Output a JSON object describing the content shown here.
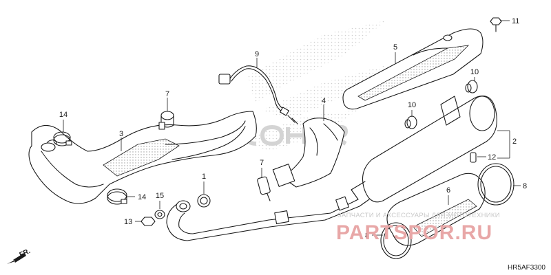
{
  "callouts": [
    {
      "label": "1"
    },
    {
      "label": "2"
    },
    {
      "label": "3"
    },
    {
      "label": "4"
    },
    {
      "label": "5"
    },
    {
      "label": "6"
    },
    {
      "label": "7"
    },
    {
      "label": "7"
    },
    {
      "label": "8"
    },
    {
      "label": "8"
    },
    {
      "label": "9"
    },
    {
      "label": "10"
    },
    {
      "label": "10"
    },
    {
      "label": "11"
    },
    {
      "label": "12"
    },
    {
      "label": "13"
    },
    {
      "label": "14"
    },
    {
      "label": "14"
    },
    {
      "label": "15"
    }
  ],
  "direction_label": "FR.",
  "diagram_code": "HR5AF3300",
  "watermark": {
    "top_text": "ЗАПЧАСТИ И АКСЕССУАРЫ ДЛЯ МОТОТЕХНИКИ",
    "main_text": "PARTSPOR.RU"
  },
  "colors": {
    "ink": "#1a1a1a",
    "watermark_red": "#e8a7a7",
    "watermark_gray": "#c9c9c9",
    "logo_dots": "#cfcfcf"
  }
}
